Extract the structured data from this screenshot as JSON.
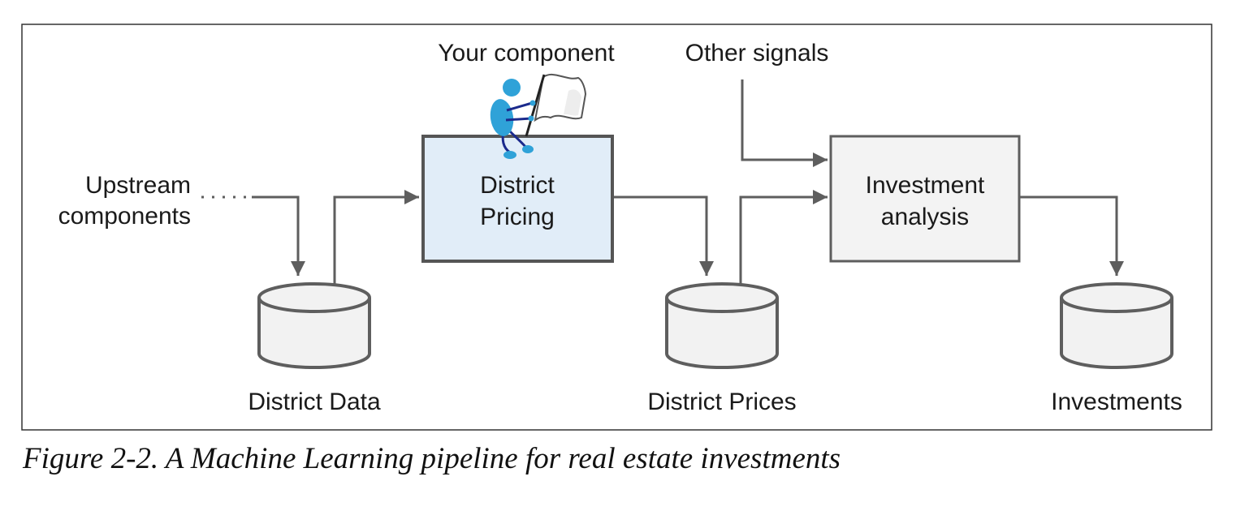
{
  "diagram": {
    "labels": {
      "your_component": "Your component",
      "other_signals": "Other signals",
      "upstream_line1": "Upstream",
      "upstream_line2": "components",
      "district_pricing_line1": "District",
      "district_pricing_line2": "Pricing",
      "investment_analysis_line1": "Investment",
      "investment_analysis_line2": "analysis",
      "district_data": "District Data",
      "district_prices": "District Prices",
      "investments": "Investments"
    },
    "icons": {
      "person_with_flag": "person-with-flag-icon",
      "datastore": "database-cylinder-icon"
    },
    "colors": {
      "highlight_box_fill": "#e1edf8",
      "box_fill": "#f3f3f3",
      "stroke": "#5e5e5e",
      "person": "#2fa2d8",
      "person_legs": "#1b2a8c"
    }
  },
  "caption": "Figure 2-2. A Machine Learning pipeline for real estate investments"
}
